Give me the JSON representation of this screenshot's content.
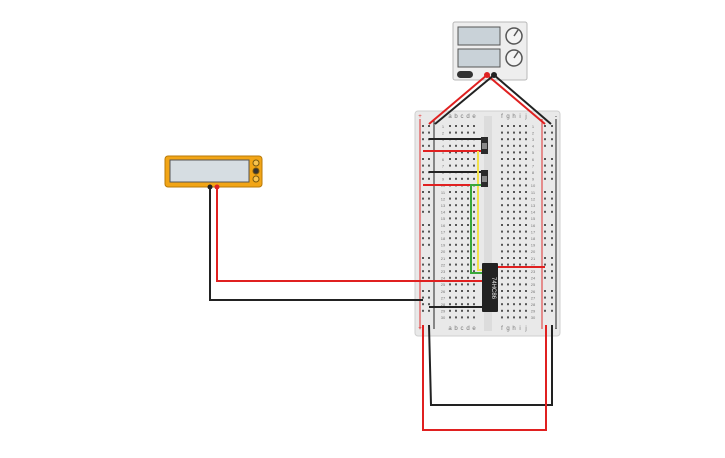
{
  "canvas": {
    "background": "#ffffff"
  },
  "colors": {
    "wire_red": "#e02020",
    "wire_black": "#222222",
    "wire_yellow": "#f2e14a",
    "wire_green": "#3aa83a",
    "breadboard": "#e9e9e9",
    "rail_red": "#e03030",
    "multimeter": "#f2a516",
    "multimeter_screen": "#d6dde2",
    "chip": "#222222"
  },
  "breadboard": {
    "column_letters_left": [
      "a",
      "b",
      "c",
      "d",
      "e"
    ],
    "column_letters_right": [
      "f",
      "g",
      "h",
      "i",
      "j"
    ],
    "row_numbers": [
      "1",
      "2",
      "3",
      "4",
      "5",
      "6",
      "7",
      "8",
      "9",
      "10",
      "11",
      "12",
      "13",
      "14",
      "15",
      "16",
      "17",
      "18",
      "19",
      "20",
      "21",
      "22",
      "23",
      "24",
      "25",
      "26",
      "27",
      "28",
      "29",
      "30"
    ],
    "rail_plus": "+",
    "rail_minus": "-"
  },
  "chip": {
    "label": "74HC86"
  },
  "power_supply": {
    "icons": [
      "display-icon",
      "display-icon",
      "knob-icon",
      "knob-icon",
      "power-switch-icon"
    ]
  },
  "multimeter": {
    "icons": [
      "dial-icon",
      "mode-button-icon",
      "mode-button-icon",
      "mode-button-icon"
    ]
  },
  "switches": [
    {
      "name": "switch-1"
    },
    {
      "name": "switch-2"
    }
  ]
}
